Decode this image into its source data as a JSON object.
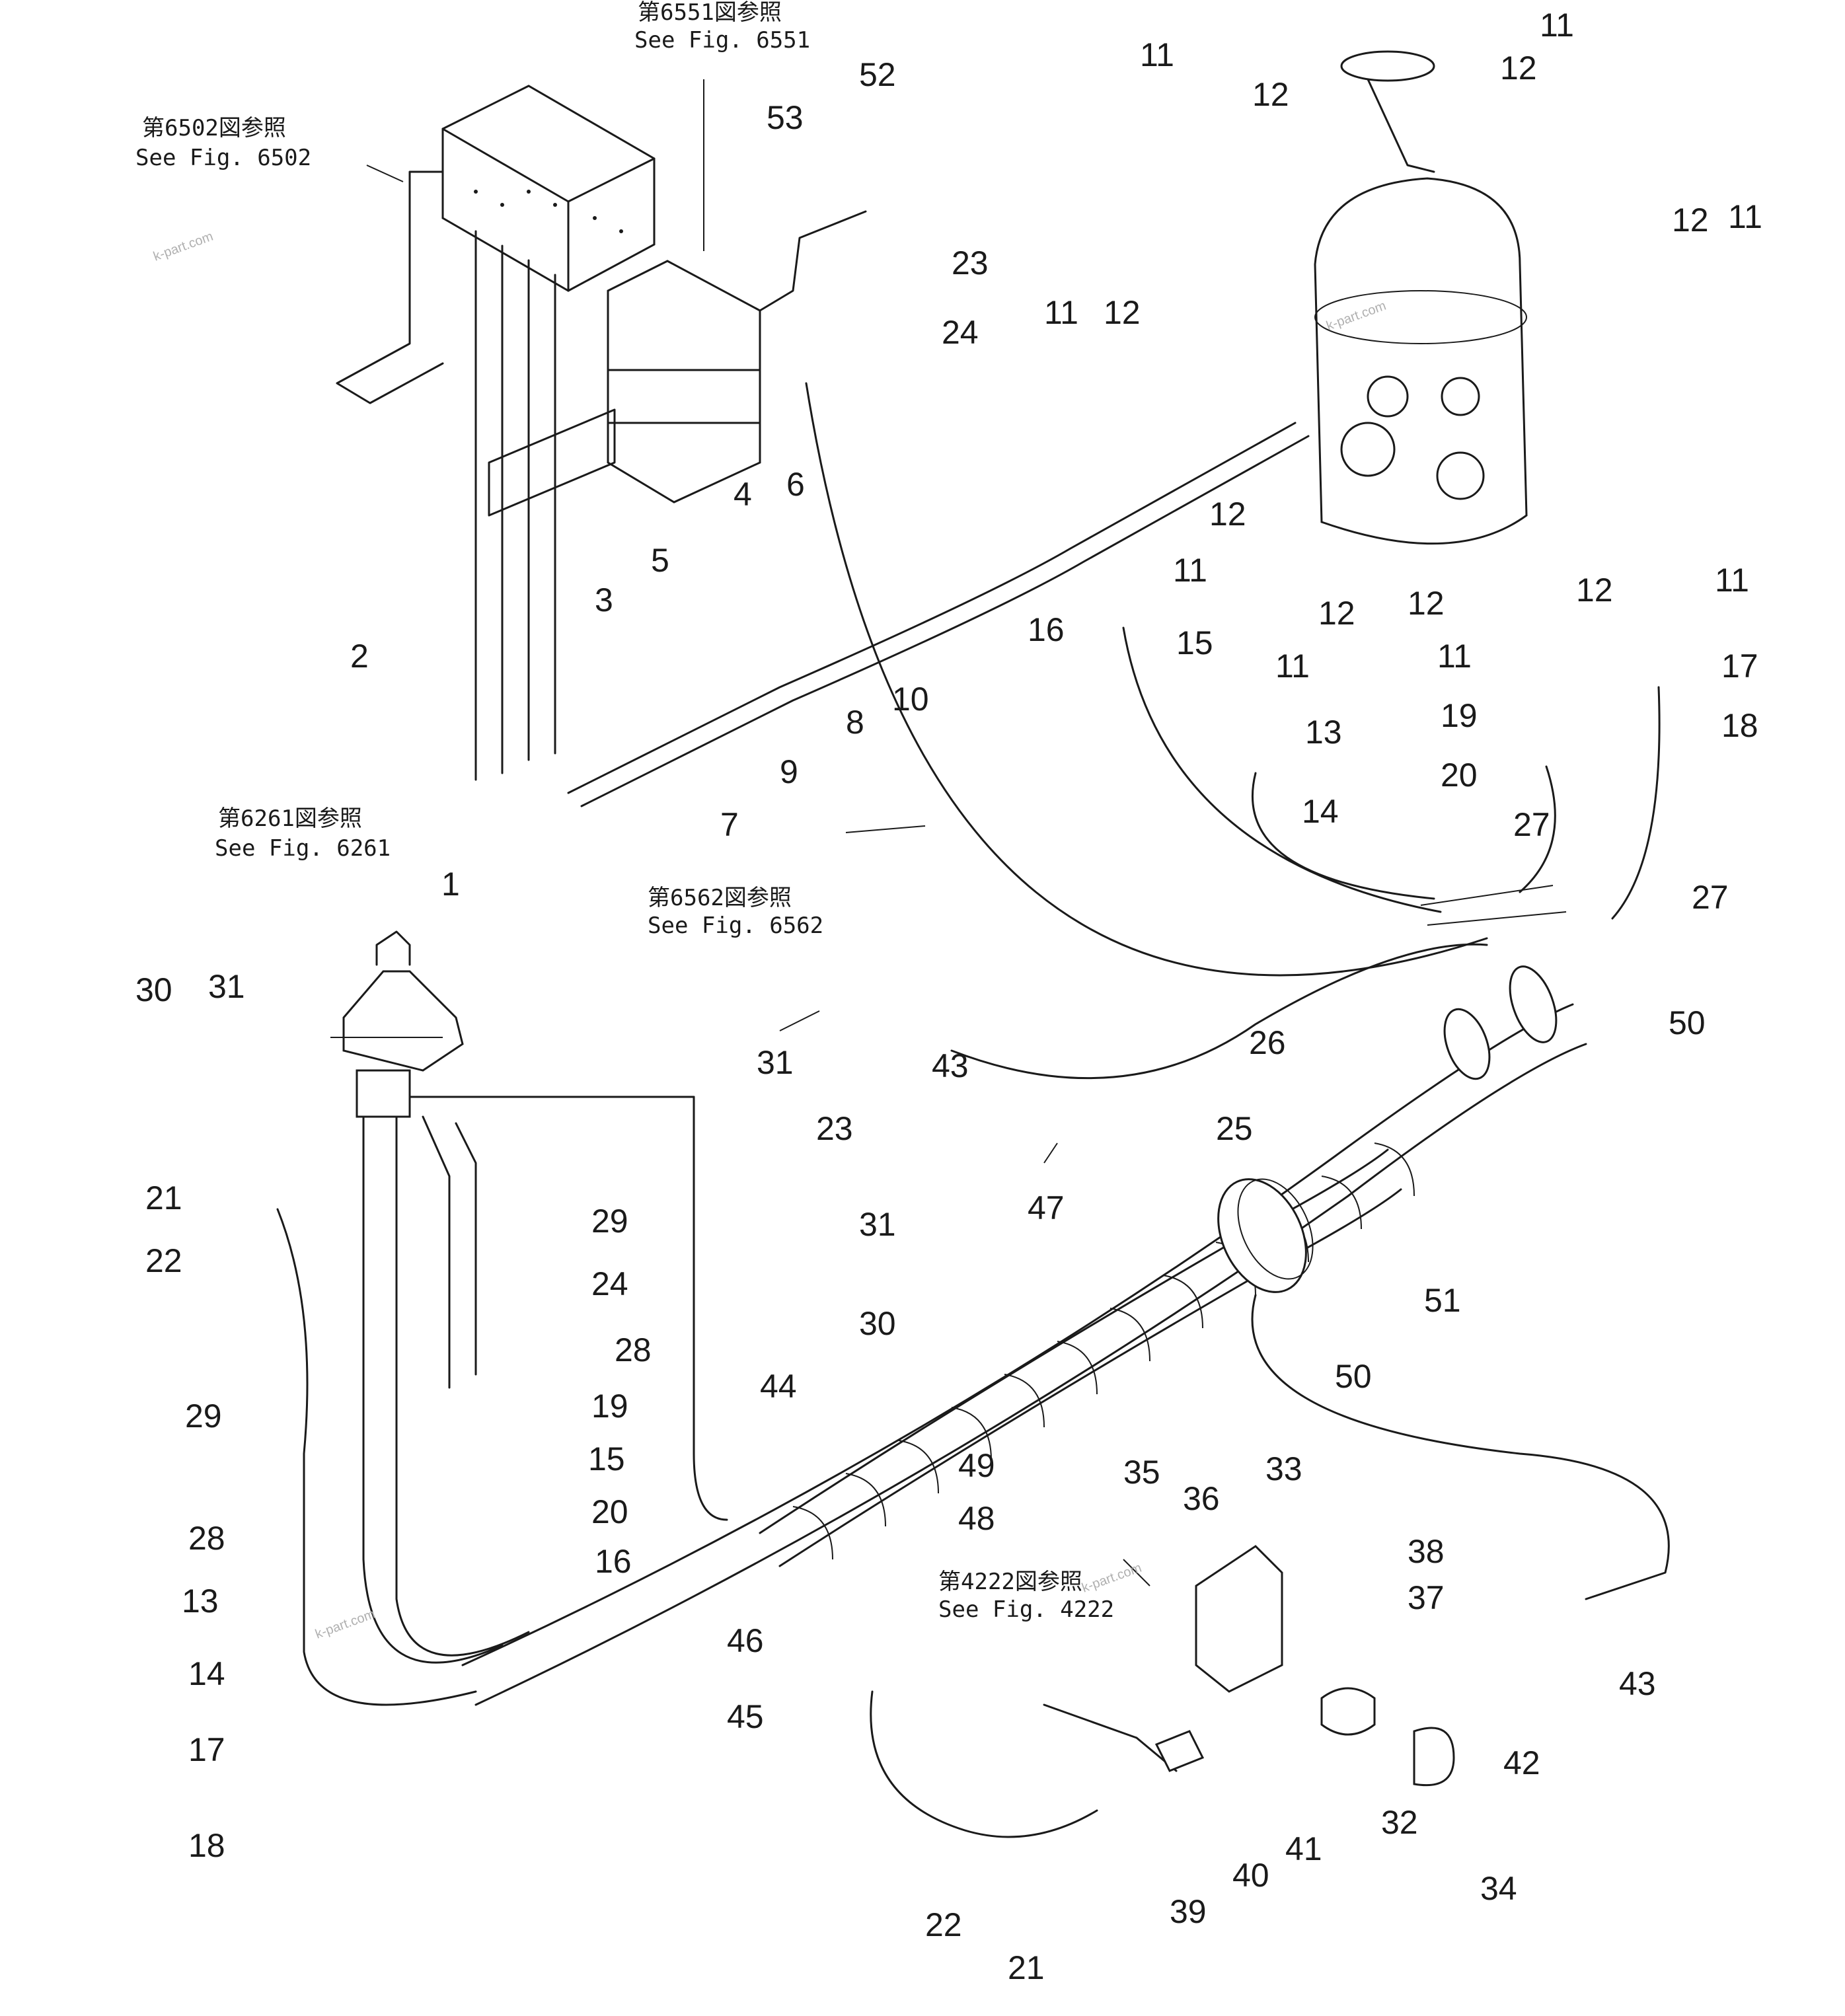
{
  "references": [
    {
      "jp": "第6502図参照",
      "en": "See Fig. 6502"
    },
    {
      "jp": "第6551図参照",
      "en": "See Fig. 6551"
    },
    {
      "jp": "第6261図参照",
      "en": "See Fig. 6261"
    },
    {
      "jp": "第6562図参照",
      "en": "See Fig. 6562"
    },
    {
      "jp": "第4222図参照",
      "en": "See Fig. 4222"
    }
  ],
  "watermark": "k-part.com",
  "labels": [
    "1",
    "2",
    "3",
    "4",
    "5",
    "6",
    "7",
    "8",
    "9",
    "10",
    "11",
    "12",
    "13",
    "14",
    "15",
    "16",
    "17",
    "18",
    "19",
    "20",
    "21",
    "22",
    "23",
    "24",
    "25",
    "26",
    "27",
    "28",
    "29",
    "30",
    "31",
    "32",
    "33",
    "34",
    "35",
    "36",
    "37",
    "38",
    "39",
    "40",
    "41",
    "42",
    "43",
    "44",
    "45",
    "46",
    "47",
    "48",
    "49",
    "50",
    "51",
    "52",
    "53"
  ]
}
